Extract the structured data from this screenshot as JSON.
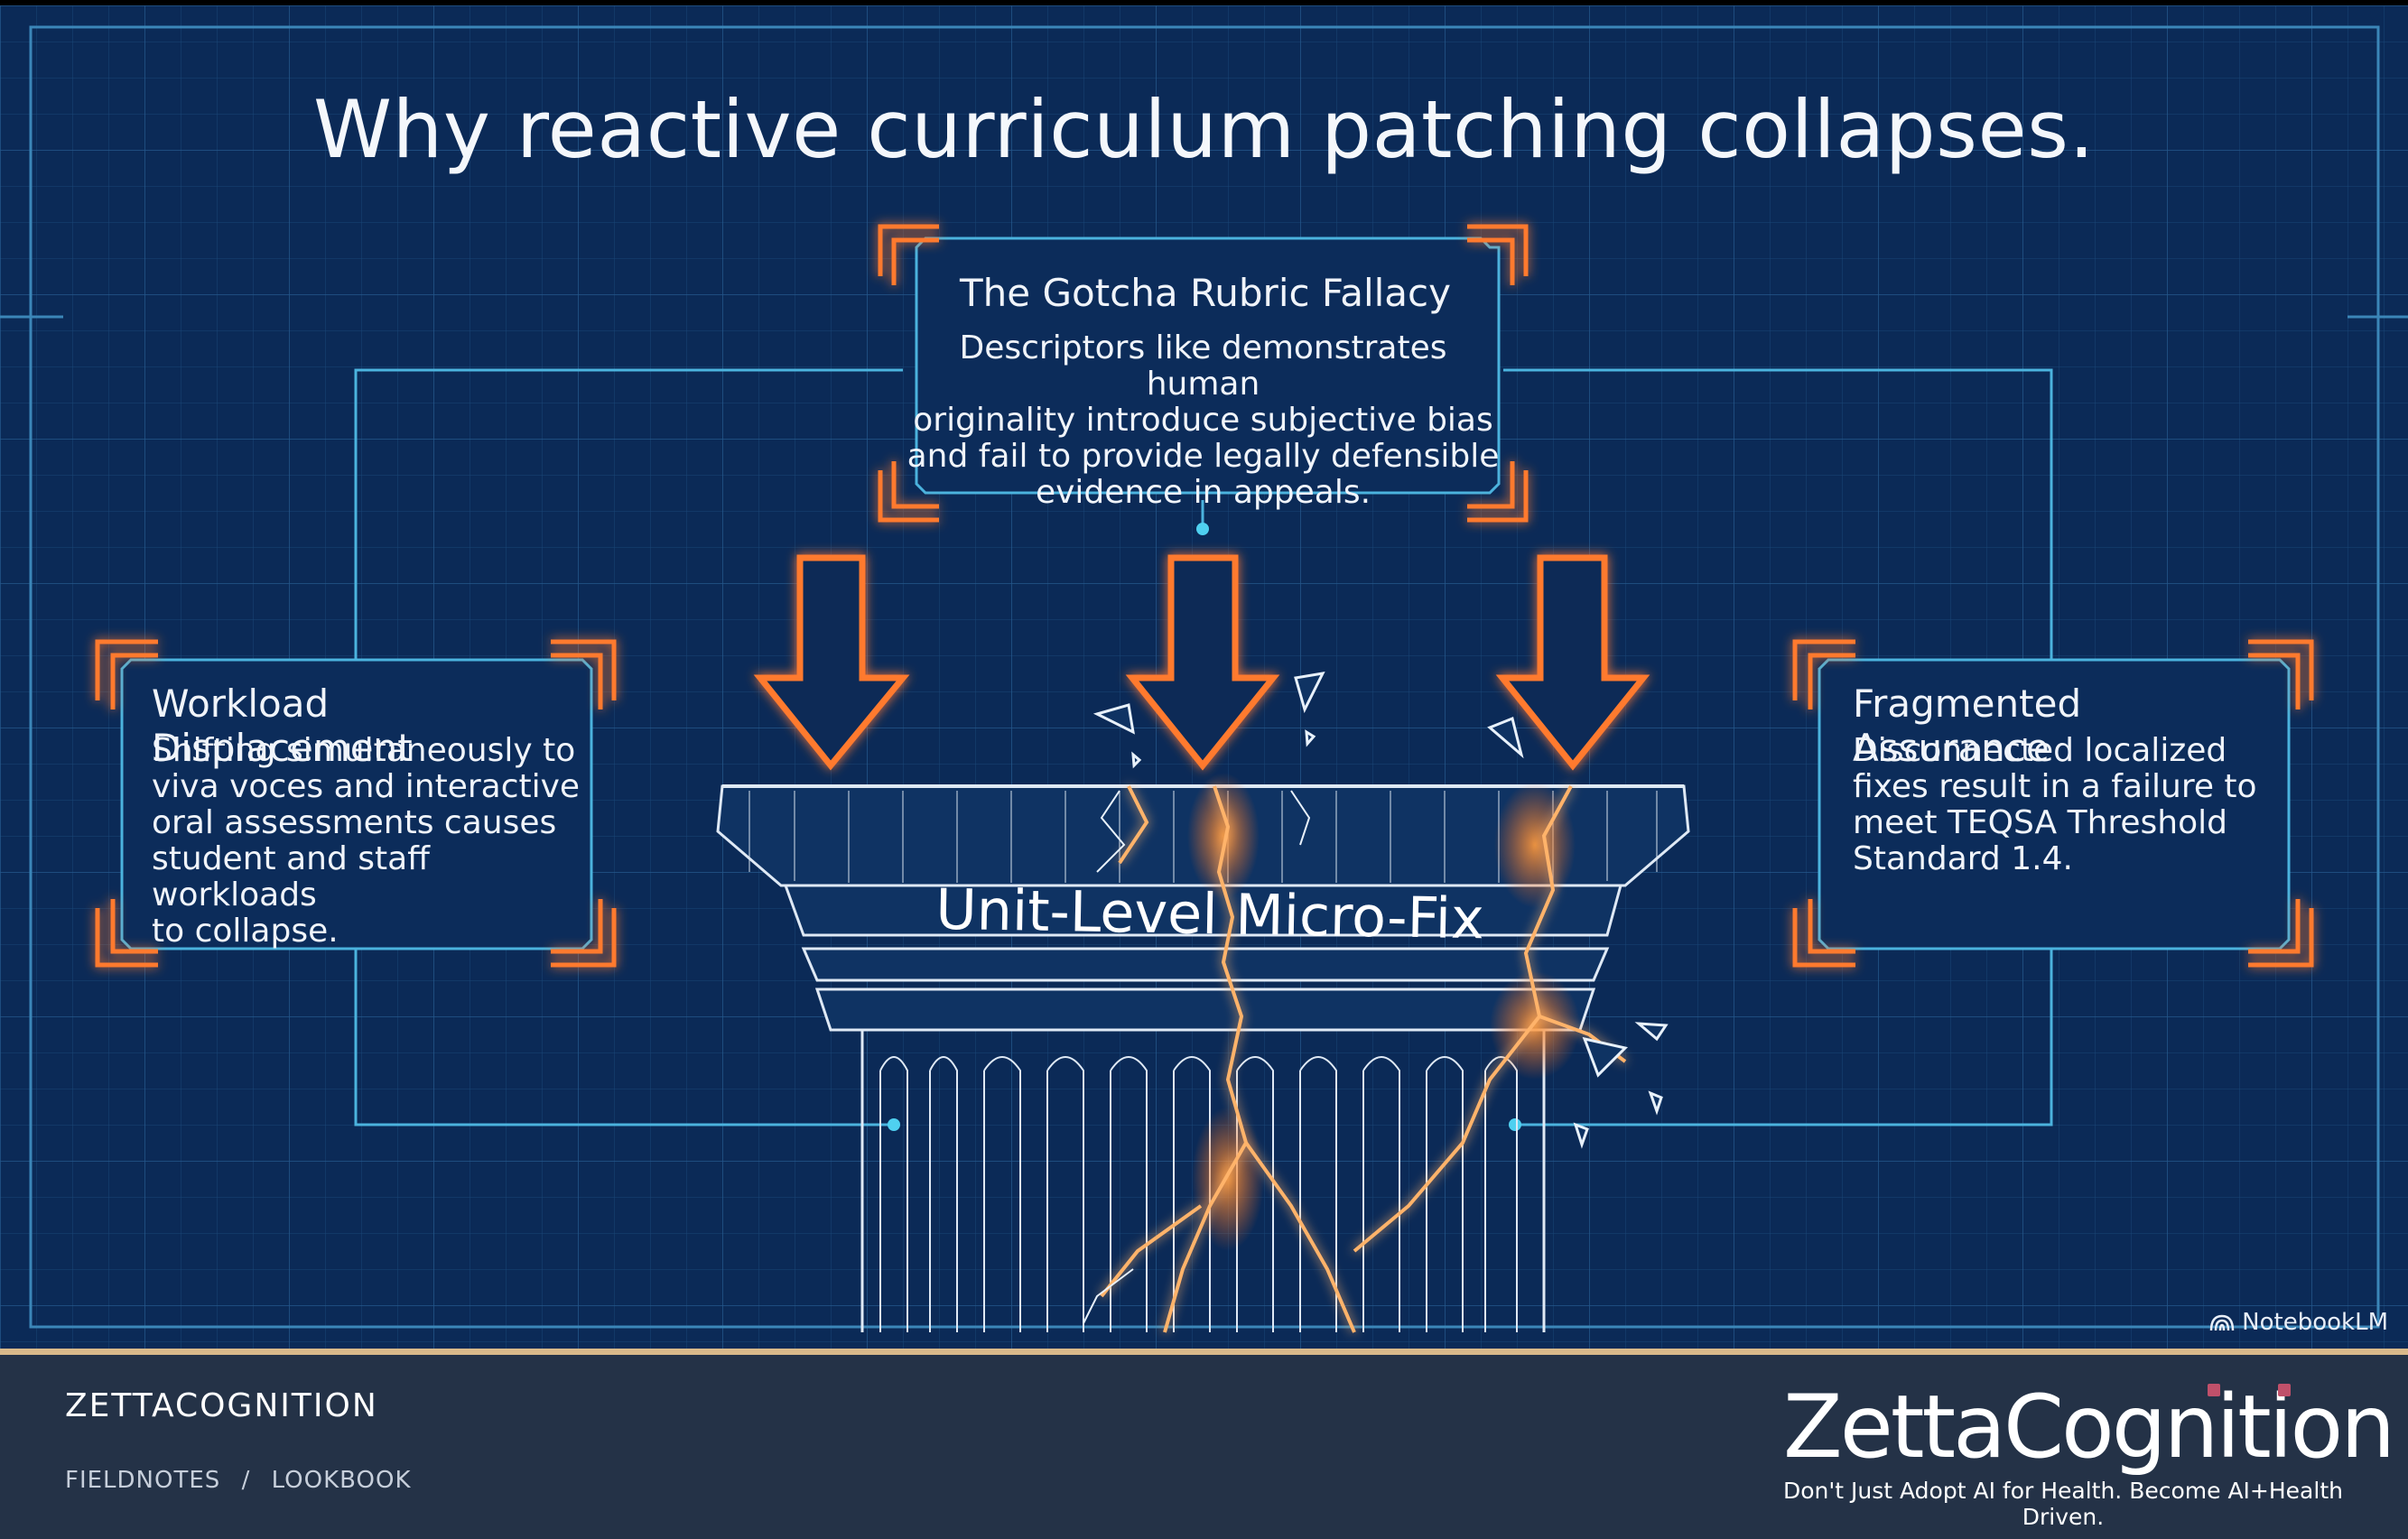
{
  "slide": {
    "title": "Why reactive curriculum patching collapses.",
    "top_box": {
      "title": "The Gotcha Rubric Fallacy",
      "body_lines": [
        "Descriptors like demonstrates human",
        "originality introduce subjective bias",
        "and fail to provide legally defensible",
        "evidence in appeals."
      ]
    },
    "left_box": {
      "title": "Workload Displacement",
      "body_lines": [
        "Shifting simultaneously to",
        "viva voces and interactive",
        "oral assessments causes",
        "student and staff workloads",
        "to collapse."
      ]
    },
    "right_box": {
      "title": "Fragmented Assurance",
      "body_lines": [
        "Disconnected localized",
        "fixes result in a failure to",
        "meet TEQSA Threshold",
        "Standard 1.4."
      ]
    },
    "pillar_label": "Unit-Level Micro-Fix",
    "watermark": "NotebookLM",
    "colors": {
      "background": "#0b2a57",
      "grid": "#1f4d7e",
      "line": "#3fa9d6",
      "accent": "#ff7a2f",
      "pillar": "#dfe9f5"
    }
  },
  "footer": {
    "brand": "ZETTACOGNITION",
    "breadcrumb": [
      "FIELDNOTES",
      "/",
      "LOOKBOOK"
    ],
    "logo_text": "ZettaCognition",
    "tagline": "Don't Just Adopt AI for Health. Become AI+Health Driven."
  }
}
